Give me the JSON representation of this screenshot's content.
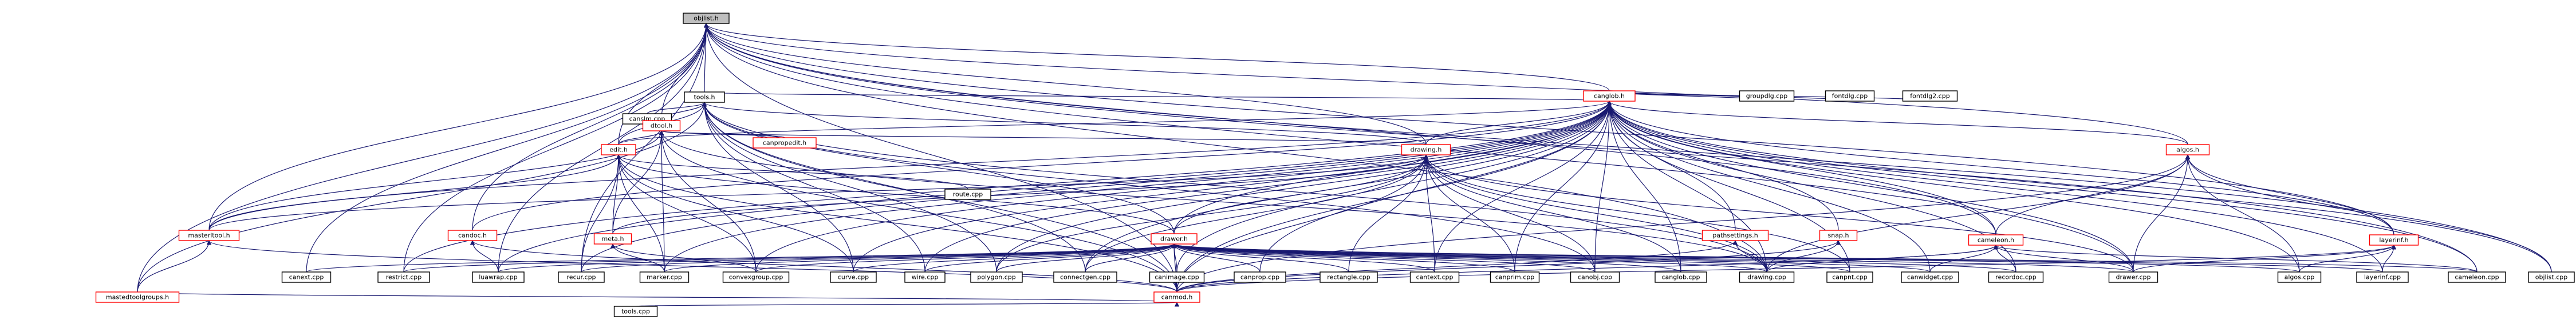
{
  "colors": {
    "edge": "#191970",
    "partial_border": "#ff0000",
    "root_fill": "#bfbfbf",
    "background": "#ffffff"
  },
  "nodes": [
    {
      "id": "objlist_h",
      "label": "objlist.h",
      "style": "root"
    },
    {
      "id": "tools_h",
      "label": "tools.h",
      "style": "normal"
    },
    {
      "id": "canslm_cpp",
      "label": "canslm.cpp",
      "style": "normal"
    },
    {
      "id": "dtool_h",
      "label": "dtool.h",
      "style": "red"
    },
    {
      "id": "canpropedit_h",
      "label": "canpropedit.h",
      "style": "red"
    },
    {
      "id": "edit_h",
      "label": "edit.h",
      "style": "red"
    },
    {
      "id": "masterltool_h",
      "label": "masterltool.h",
      "style": "red"
    },
    {
      "id": "mastedtoolgroups_h",
      "label": "mastedtoolgroups.h",
      "style": "red"
    },
    {
      "id": "candoc_h",
      "label": "candoc.h",
      "style": "red"
    },
    {
      "id": "meta_h",
      "label": "meta.h",
      "style": "red"
    },
    {
      "id": "canglob_h",
      "label": "canglob.h",
      "style": "red"
    },
    {
      "id": "drawing_h",
      "label": "drawing.h",
      "style": "red"
    },
    {
      "id": "drawer_h",
      "label": "drawer.h",
      "style": "red"
    },
    {
      "id": "route_cpp",
      "label": "route.cpp",
      "style": "normal"
    },
    {
      "id": "pathsettings_h",
      "label": "pathsettings.h",
      "style": "red"
    },
    {
      "id": "snap_h",
      "label": "snap.h",
      "style": "red"
    },
    {
      "id": "cameleon_h",
      "label": "cameleon.h",
      "style": "red"
    },
    {
      "id": "algos_h",
      "label": "algos.h",
      "style": "red"
    },
    {
      "id": "layerinf_h",
      "label": "layerinf.h",
      "style": "red"
    },
    {
      "id": "groupdlg_cpp",
      "label": "groupdlg.cpp",
      "style": "normal"
    },
    {
      "id": "fontdlg_cpp",
      "label": "fontdlg.cpp",
      "style": "normal"
    },
    {
      "id": "fontdlg2_cpp",
      "label": "fontdlg2.cpp",
      "style": "normal"
    },
    {
      "id": "canext_cpp",
      "label": "canext.cpp",
      "style": "normal"
    },
    {
      "id": "restrict_cpp",
      "label": "restrict.cpp",
      "style": "normal"
    },
    {
      "id": "luawrap_cpp",
      "label": "luawrap.cpp",
      "style": "normal"
    },
    {
      "id": "recur_cpp",
      "label": "recur.cpp",
      "style": "normal"
    },
    {
      "id": "marker_cpp",
      "label": "marker.cpp",
      "style": "normal"
    },
    {
      "id": "convexgroup_cpp",
      "label": "convexgroup.cpp",
      "style": "normal"
    },
    {
      "id": "curve_cpp",
      "label": "curve.cpp",
      "style": "normal"
    },
    {
      "id": "wire_cpp",
      "label": "wire.cpp",
      "style": "normal"
    },
    {
      "id": "polygon_cpp",
      "label": "polygon.cpp",
      "style": "normal"
    },
    {
      "id": "connectgen_cpp",
      "label": "connectgen.cpp",
      "style": "normal"
    },
    {
      "id": "canimage_cpp",
      "label": "canimage.cpp",
      "style": "normal"
    },
    {
      "id": "canprop_cpp",
      "label": "canprop.cpp",
      "style": "normal"
    },
    {
      "id": "rectangle_cpp",
      "label": "rectangle.cpp",
      "style": "normal"
    },
    {
      "id": "cantext_cpp",
      "label": "cantext.cpp",
      "style": "normal"
    },
    {
      "id": "canprim_cpp",
      "label": "canprim.cpp",
      "style": "normal"
    },
    {
      "id": "canobj_cpp",
      "label": "canobj.cpp",
      "style": "normal"
    },
    {
      "id": "canglob_cpp",
      "label": "canglob.cpp",
      "style": "normal"
    },
    {
      "id": "drawing_cpp",
      "label": "drawing.cpp",
      "style": "normal"
    },
    {
      "id": "canpnt_cpp",
      "label": "canpnt.cpp",
      "style": "normal"
    },
    {
      "id": "canwidget_cpp",
      "label": "canwidget.cpp",
      "style": "normal"
    },
    {
      "id": "recordoc_cpp",
      "label": "recordoc.cpp",
      "style": "normal"
    },
    {
      "id": "drawer_cpp",
      "label": "drawer.cpp",
      "style": "normal"
    },
    {
      "id": "algos_cpp",
      "label": "algos.cpp",
      "style": "normal"
    },
    {
      "id": "layerinf_cpp",
      "label": "layerinf.cpp",
      "style": "normal"
    },
    {
      "id": "cameleon_cpp",
      "label": "cameleon.cpp",
      "style": "normal"
    },
    {
      "id": "objlist_cpp",
      "label": "objlist.cpp",
      "style": "normal"
    },
    {
      "id": "canmod_h",
      "label": "canmod.h",
      "style": "red"
    },
    {
      "id": "tools_cpp",
      "label": "tools.cpp",
      "style": "normal"
    }
  ],
  "edges": [
    [
      "objlist_h",
      "tools_h"
    ],
    [
      "objlist_h",
      "canglob_h"
    ],
    [
      "objlist_h",
      "dtool_h"
    ],
    [
      "objlist_h",
      "edit_h"
    ],
    [
      "objlist_h",
      "masterltool_h"
    ],
    [
      "objlist_h",
      "mastedtoolgroups_h"
    ],
    [
      "objlist_h",
      "candoc_h"
    ],
    [
      "objlist_h",
      "drawing_h"
    ],
    [
      "objlist_h",
      "algos_h"
    ],
    [
      "objlist_h",
      "cameleon_h"
    ],
    [
      "objlist_h",
      "layerinf_h"
    ],
    [
      "objlist_h",
      "canext_cpp"
    ],
    [
      "objlist_h",
      "restrict_cpp"
    ],
    [
      "objlist_h",
      "luawrap_cpp"
    ],
    [
      "objlist_h",
      "recur_cpp"
    ],
    [
      "objlist_h",
      "objlist_cpp"
    ],
    [
      "objlist_h",
      "canmod_h"
    ],
    [
      "objlist_h",
      "drawing_cpp"
    ],
    [
      "objlist_h",
      "drawer_cpp"
    ],
    [
      "objlist_h",
      "cameleon_cpp"
    ],
    [
      "tools_h",
      "canslm_cpp"
    ],
    [
      "tools_h",
      "dtool_h"
    ],
    [
      "tools_h",
      "canglob_h"
    ],
    [
      "tools_h",
      "edit_h"
    ],
    [
      "tools_h",
      "drawing_h"
    ],
    [
      "tools_h",
      "drawer_h"
    ],
    [
      "tools_h",
      "canmod_h"
    ],
    [
      "tools_h",
      "curve_cpp"
    ],
    [
      "tools_h",
      "wire_cpp"
    ],
    [
      "tools_h",
      "polygon_cpp"
    ],
    [
      "tools_h",
      "connectgen_cpp"
    ],
    [
      "tools_h",
      "canobj_cpp"
    ],
    [
      "tools_h",
      "drawing_cpp"
    ],
    [
      "tools_h",
      "mastedtoolgroups_h"
    ],
    [
      "dtool_h",
      "edit_h"
    ],
    [
      "dtool_h",
      "masterltool_h"
    ],
    [
      "dtool_h",
      "drawing_h"
    ],
    [
      "dtool_h",
      "meta_h"
    ],
    [
      "dtool_h",
      "canmod_h"
    ],
    [
      "dtool_h",
      "marker_cpp"
    ],
    [
      "dtool_h",
      "convexgroup_cpp"
    ],
    [
      "dtool_h",
      "drawing_cpp"
    ],
    [
      "dtool_h",
      "canpropedit_h"
    ],
    [
      "edit_h",
      "meta_h"
    ],
    [
      "edit_h",
      "marker_cpp"
    ],
    [
      "edit_h",
      "convexgroup_cpp"
    ],
    [
      "edit_h",
      "curve_cpp"
    ],
    [
      "edit_h",
      "recur_cpp"
    ],
    [
      "edit_h",
      "masterltool_h"
    ],
    [
      "edit_h",
      "drawer_h"
    ],
    [
      "edit_h",
      "route_cpp"
    ],
    [
      "edit_h",
      "canmod_h"
    ],
    [
      "meta_h",
      "marker_cpp"
    ],
    [
      "meta_h",
      "convexgroup_cpp"
    ],
    [
      "candoc_h",
      "luawrap_cpp"
    ],
    [
      "candoc_h",
      "canmod_h"
    ],
    [
      "masterltool_h",
      "mastedtoolgroups_h"
    ],
    [
      "masterltool_h",
      "canmod_h"
    ],
    [
      "mastedtoolgroups_h",
      "canmod_h"
    ],
    [
      "canglob_h",
      "drawing_h"
    ],
    [
      "canglob_h",
      "groupdlg_cpp"
    ],
    [
      "canglob_h",
      "fontdlg_cpp"
    ],
    [
      "canglob_h",
      "fontdlg2_cpp"
    ],
    [
      "canglob_h",
      "pathsettings_h"
    ],
    [
      "canglob_h",
      "snap_h"
    ],
    [
      "canglob_h",
      "cameleon_h"
    ],
    [
      "canglob_h",
      "algos_h"
    ],
    [
      "canglob_h",
      "layerinf_h"
    ],
    [
      "canglob_h",
      "canmod_h"
    ],
    [
      "canglob_h",
      "drawer_h"
    ],
    [
      "canglob_h",
      "canglob_cpp"
    ],
    [
      "canglob_h",
      "drawing_cpp"
    ],
    [
      "canglob_h",
      "canpnt_cpp"
    ],
    [
      "canglob_h",
      "canwidget_cpp"
    ],
    [
      "canglob_h",
      "recordoc_cpp"
    ],
    [
      "canglob_h",
      "drawer_cpp"
    ],
    [
      "canglob_h",
      "algos_cpp"
    ],
    [
      "canglob_h",
      "layerinf_cpp"
    ],
    [
      "canglob_h",
      "cameleon_cpp"
    ],
    [
      "canglob_h",
      "objlist_cpp"
    ],
    [
      "canglob_h",
      "canprim_cpp"
    ],
    [
      "canglob_h",
      "canobj_cpp"
    ],
    [
      "canglob_h",
      "cantext_cpp"
    ],
    [
      "canglob_h",
      "polygon_cpp"
    ],
    [
      "canglob_h",
      "wire_cpp"
    ],
    [
      "canglob_h",
      "connectgen_cpp"
    ],
    [
      "canglob_h",
      "canimage_cpp"
    ],
    [
      "canglob_h",
      "canprop_cpp"
    ],
    [
      "canglob_h",
      "curve_cpp"
    ],
    [
      "canglob_h",
      "recur_cpp"
    ],
    [
      "canglob_h",
      "convexgroup_cpp"
    ],
    [
      "canglob_h",
      "marker_cpp"
    ],
    [
      "canglob_h",
      "luawrap_cpp"
    ],
    [
      "canglob_h",
      "restrict_cpp"
    ],
    [
      "canglob_h",
      "candoc_h"
    ],
    [
      "canglob_h",
      "edit_h"
    ],
    [
      "canglob_h",
      "masterltool_h"
    ],
    [
      "drawing_h",
      "drawer_h"
    ],
    [
      "drawing_h",
      "canmod_h"
    ],
    [
      "drawing_h",
      "cantext_cpp"
    ],
    [
      "drawing_h",
      "canprim_cpp"
    ],
    [
      "drawing_h",
      "canobj_cpp"
    ],
    [
      "drawing_h",
      "drawing_cpp"
    ],
    [
      "drawing_h",
      "rectangle_cpp"
    ],
    [
      "drawing_h",
      "connectgen_cpp"
    ],
    [
      "drawing_h",
      "polygon_cpp"
    ],
    [
      "drawing_h",
      "canglob_cpp"
    ],
    [
      "drawing_h",
      "canpnt_cpp"
    ],
    [
      "drawing_h",
      "drawer_cpp"
    ],
    [
      "drawing_h",
      "masterltool_h"
    ],
    [
      "drawing_h",
      "meta_h"
    ],
    [
      "drawer_h",
      "canext_cpp"
    ],
    [
      "drawer_h",
      "restrict_cpp"
    ],
    [
      "drawer_h",
      "luawrap_cpp"
    ],
    [
      "drawer_h",
      "recur_cpp"
    ],
    [
      "drawer_h",
      "marker_cpp"
    ],
    [
      "drawer_h",
      "convexgroup_cpp"
    ],
    [
      "drawer_h",
      "curve_cpp"
    ],
    [
      "drawer_h",
      "wire_cpp"
    ],
    [
      "drawer_h",
      "polygon_cpp"
    ],
    [
      "drawer_h",
      "connectgen_cpp"
    ],
    [
      "drawer_h",
      "canimage_cpp"
    ],
    [
      "drawer_h",
      "canprop_cpp"
    ],
    [
      "drawer_h",
      "rectangle_cpp"
    ],
    [
      "drawer_h",
      "cantext_cpp"
    ],
    [
      "drawer_h",
      "canprim_cpp"
    ],
    [
      "drawer_h",
      "canobj_cpp"
    ],
    [
      "drawer_h",
      "canglob_cpp"
    ],
    [
      "drawer_h",
      "drawing_cpp"
    ],
    [
      "drawer_h",
      "canpnt_cpp"
    ],
    [
      "drawer_h",
      "canwidget_cpp"
    ],
    [
      "drawer_h",
      "recordoc_cpp"
    ],
    [
      "drawer_h",
      "drawer_cpp"
    ],
    [
      "drawer_h",
      "algos_cpp"
    ],
    [
      "drawer_h",
      "layerinf_cpp"
    ],
    [
      "drawer_h",
      "cameleon_cpp"
    ],
    [
      "drawer_h",
      "canmod_h"
    ],
    [
      "pathsettings_h",
      "drawing_cpp"
    ],
    [
      "pathsettings_h",
      "canmod_h"
    ],
    [
      "snap_h",
      "drawing_cpp"
    ],
    [
      "snap_h",
      "canmod_h"
    ],
    [
      "cameleon_h",
      "canwidget_cpp"
    ],
    [
      "cameleon_h",
      "recordoc_cpp"
    ],
    [
      "cameleon_h",
      "drawer_cpp"
    ],
    [
      "cameleon_h",
      "cameleon_cpp"
    ],
    [
      "cameleon_h",
      "canmod_h"
    ],
    [
      "cameleon_h",
      "drawing_cpp"
    ],
    [
      "algos_h",
      "algos_cpp"
    ],
    [
      "algos_h",
      "drawer_cpp"
    ],
    [
      "algos_h",
      "layerinf_h"
    ],
    [
      "algos_h",
      "canmod_h"
    ],
    [
      "algos_h",
      "drawing_cpp"
    ],
    [
      "algos_h",
      "cameleon_h"
    ],
    [
      "algos_h",
      "objlist_cpp"
    ],
    [
      "layerinf_h",
      "layerinf_cpp"
    ],
    [
      "layerinf_h",
      "algos_cpp"
    ],
    [
      "layerinf_h",
      "drawer_cpp"
    ],
    [
      "layerinf_h",
      "canmod_h"
    ],
    [
      "canmod_h",
      "tools_cpp"
    ]
  ]
}
